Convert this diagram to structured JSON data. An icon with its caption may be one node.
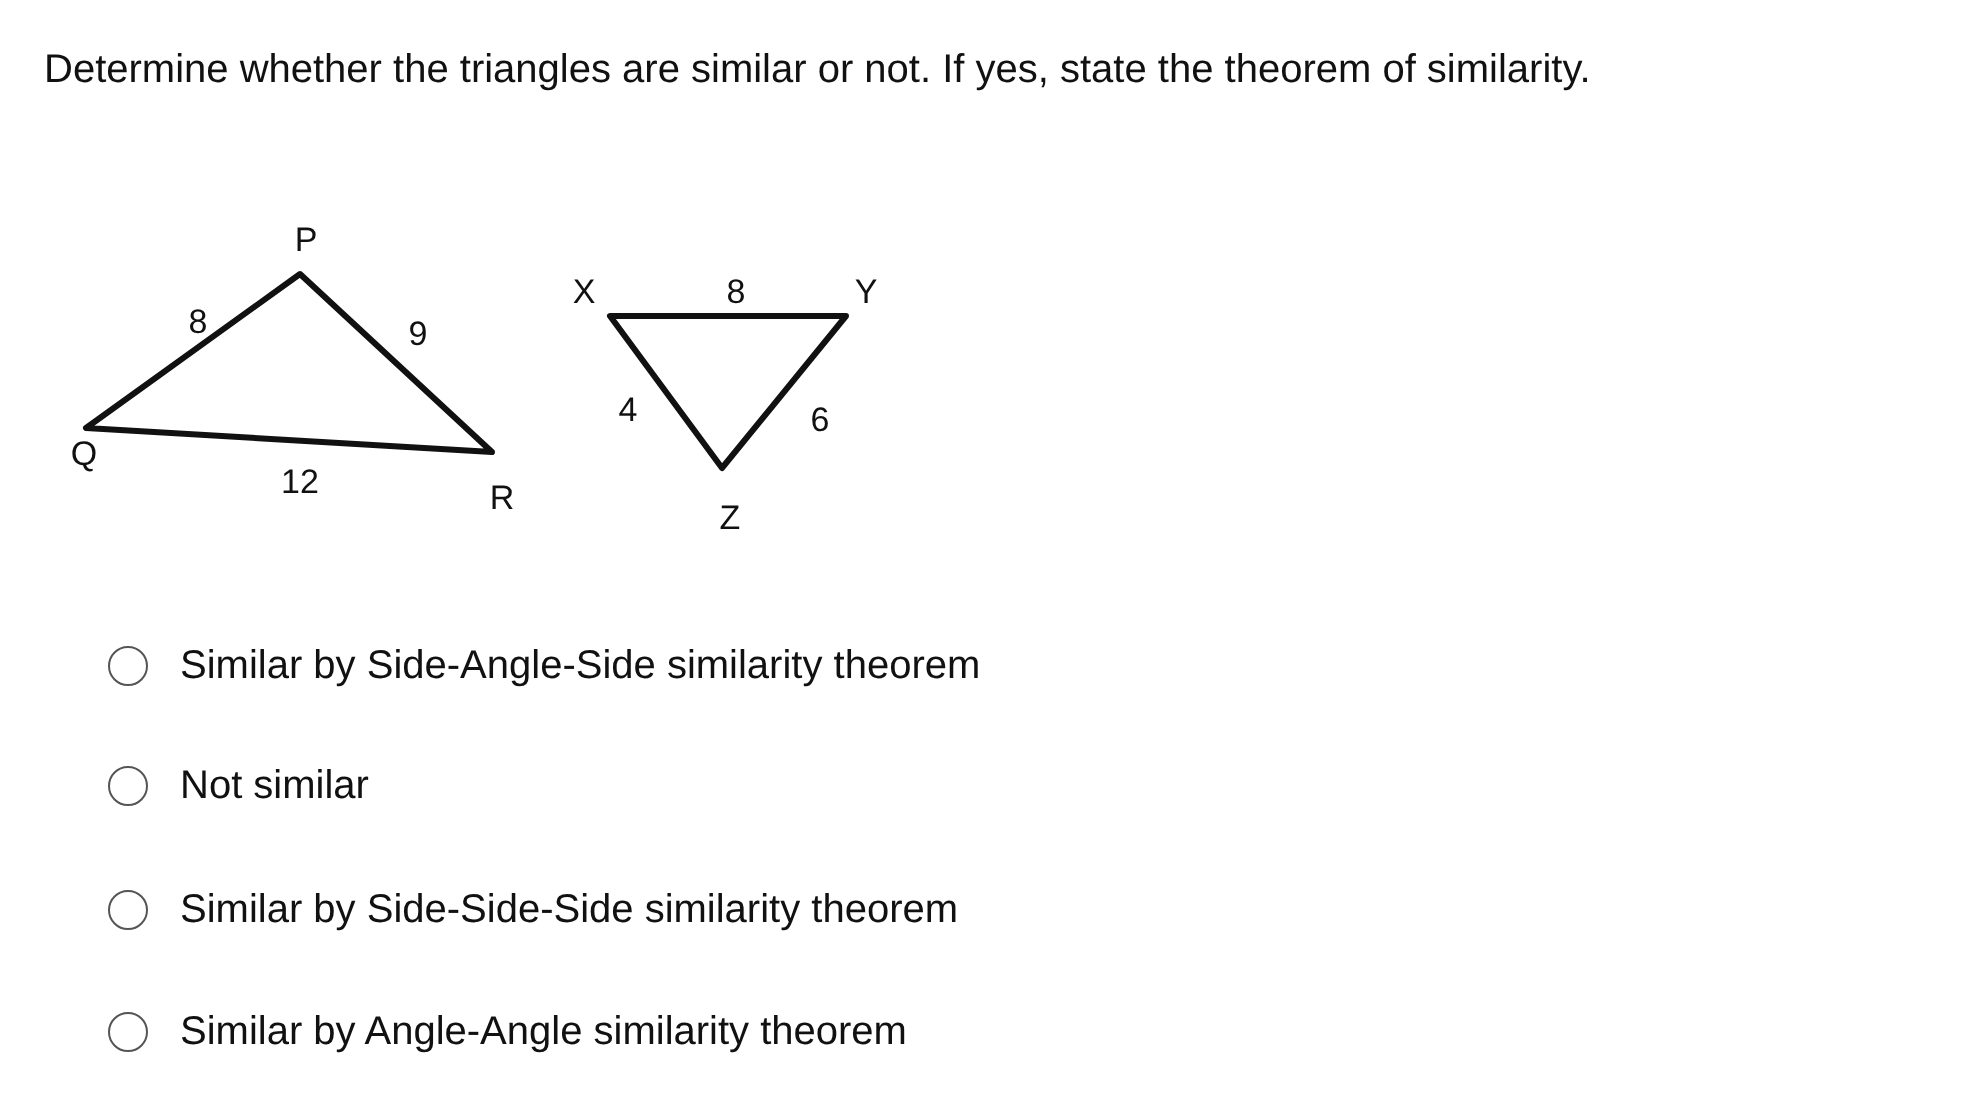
{
  "diagram": {
    "title": "Determine whether the triangles are similar or not. If yes, state the theorem of similarity.",
    "labels": [
      "P",
      "8",
      "9",
      "Q",
      "12",
      "R",
      "X",
      "8",
      "Y",
      "4",
      "6",
      "Z",
      "Similar by Side-Angle-Side similarity theorem",
      "Not similar",
      "Similar by Side-Side-Side similarity theorem",
      "Similar by Angle-Angle similarity theorem"
    ]
  }
}
